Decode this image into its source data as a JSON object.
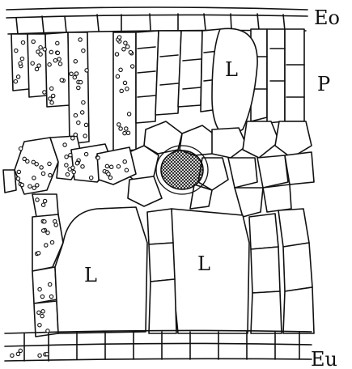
{
  "labels": {
    "upper_epidermis": "Eo",
    "palisade": "P",
    "lower_epidermis": "Eu",
    "cavity_top": "L",
    "cavity_left": "L",
    "cavity_middle": "L"
  },
  "colors": {
    "ink": "#111111",
    "paper": "#ffffff"
  }
}
